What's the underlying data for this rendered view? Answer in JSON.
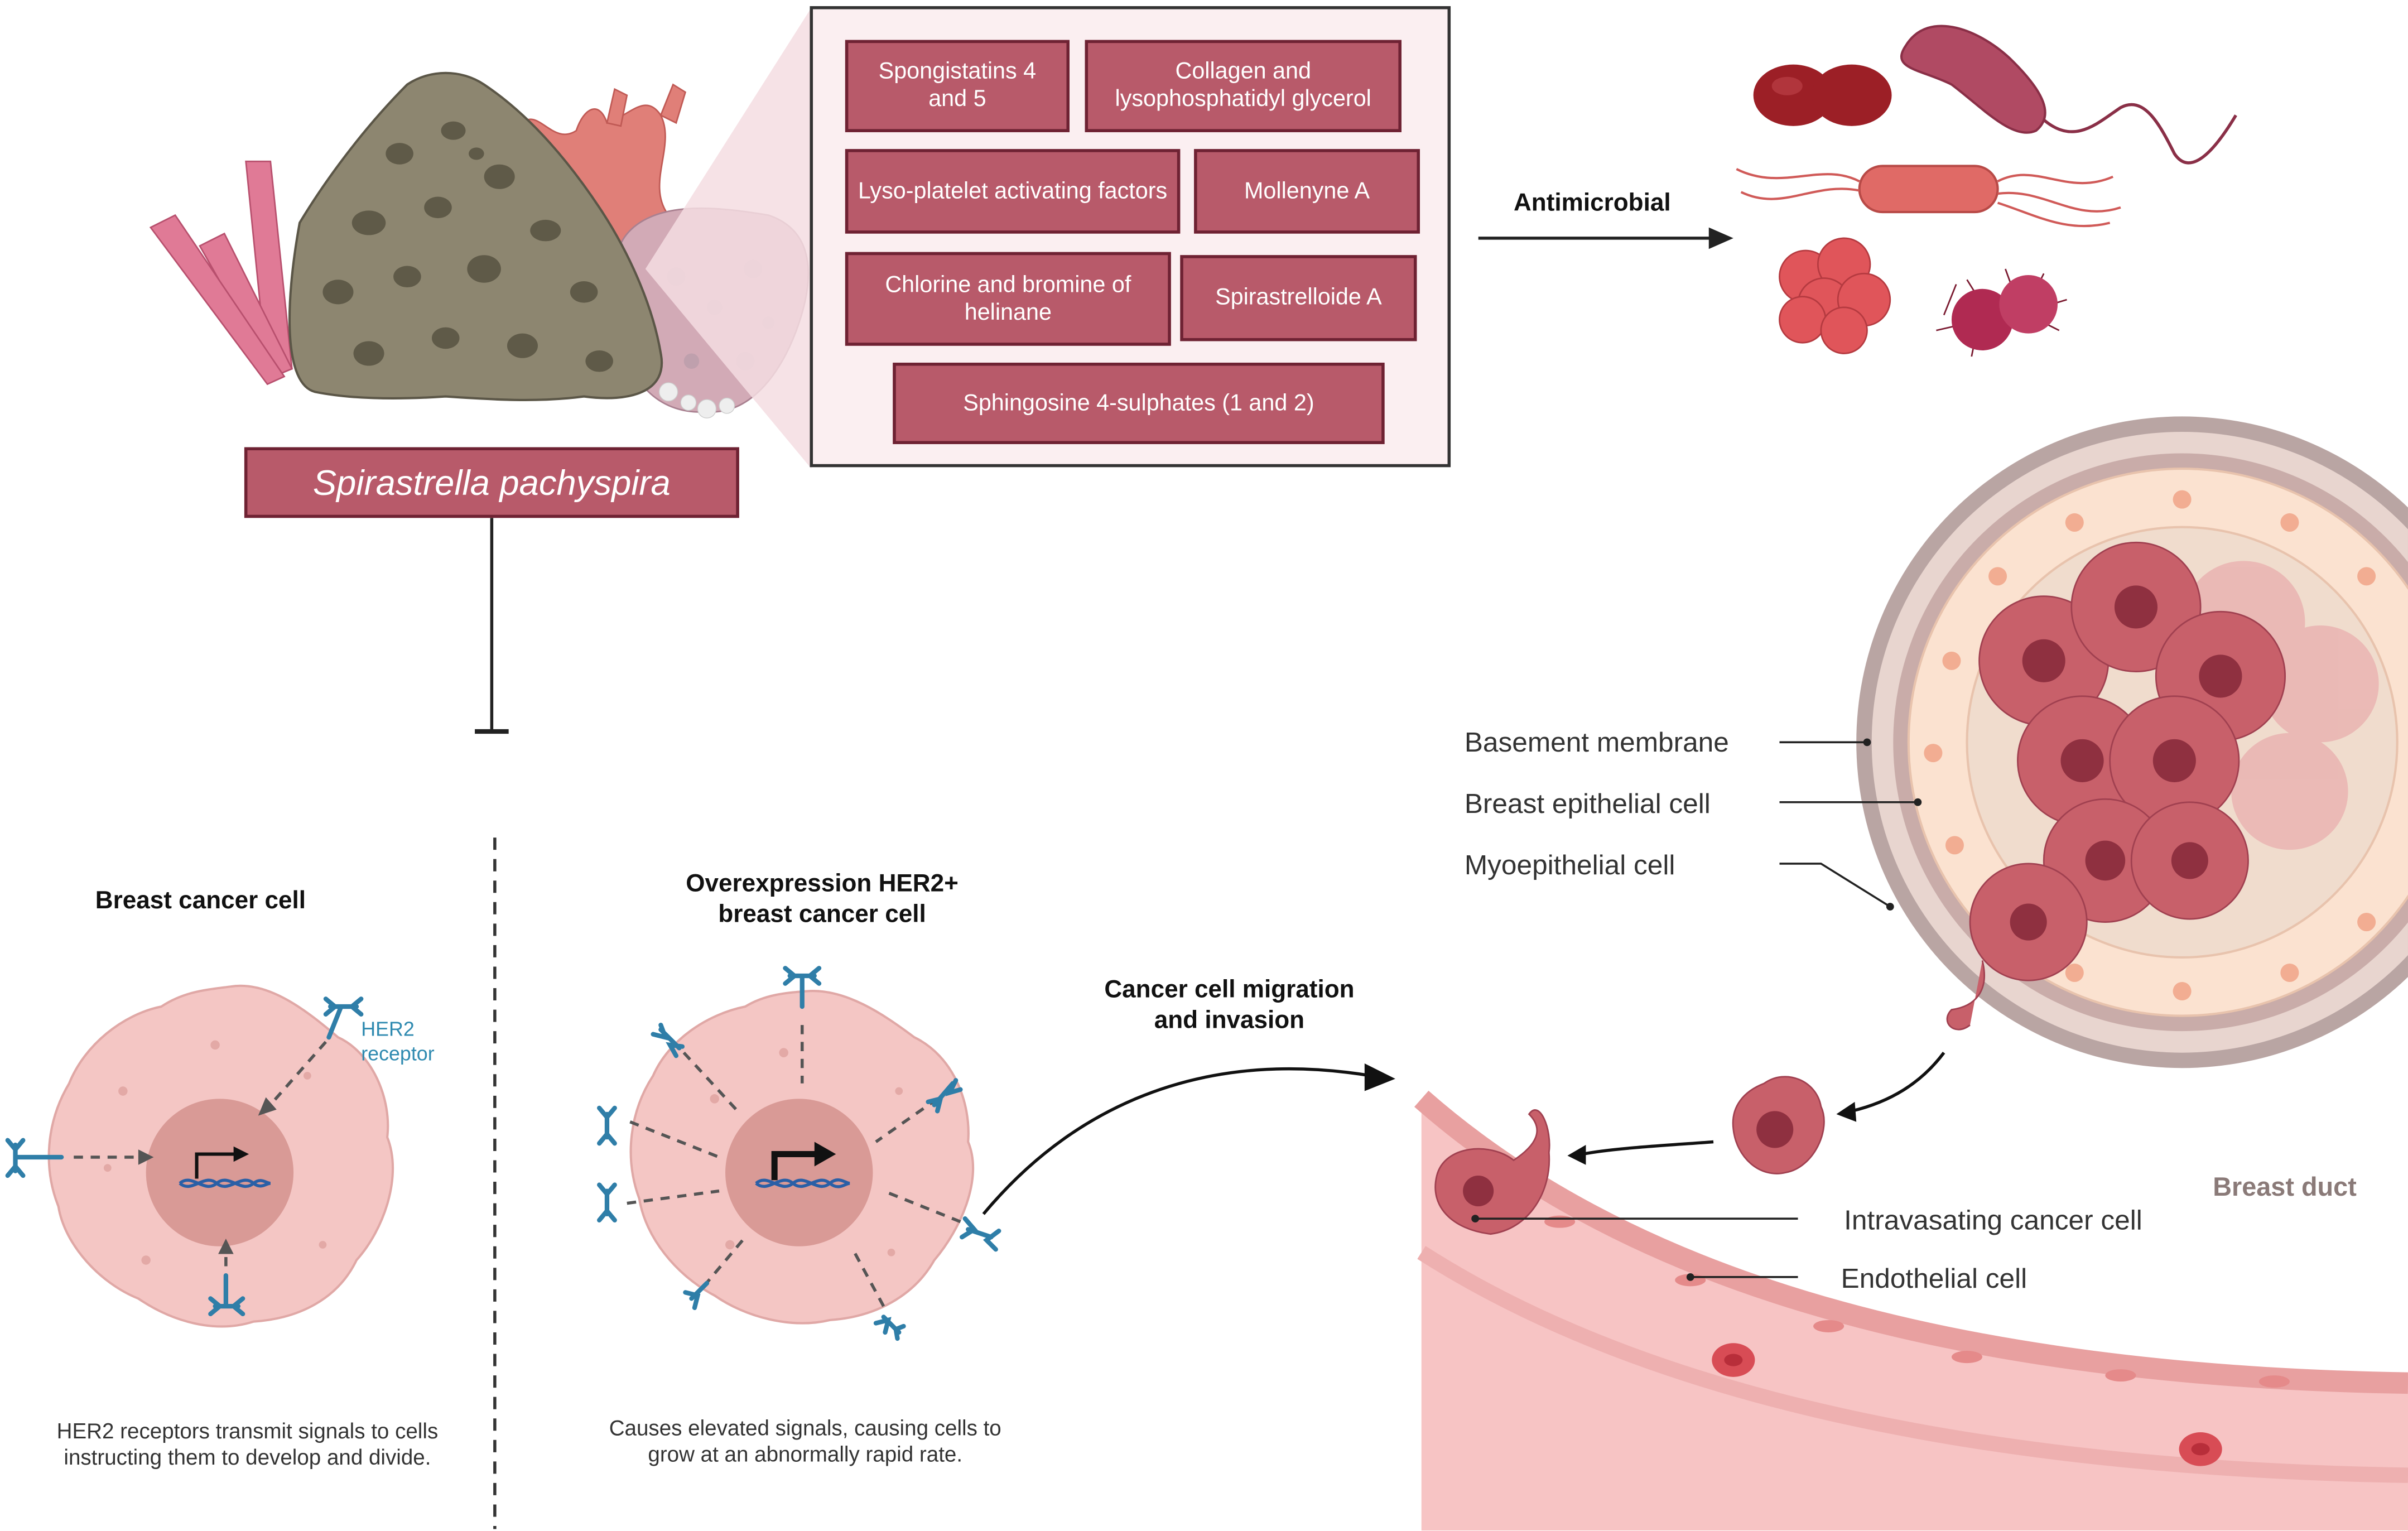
{
  "organism": {
    "name": "Spirastrella pachyspira"
  },
  "compounds": [
    "Spongistatins 4 and 5",
    "Collagen and lysophosphatidyl glycerol",
    "Lyso-platelet activating factors",
    "Mollenyne A",
    "Chlorine and bromine of helinane",
    "Spirastrelloide A",
    "Sphingosine 4-sulphates (1 and 2)"
  ],
  "antimicrobial": {
    "label": "Antimicrobial"
  },
  "panel_left": {
    "title": "Breast cancer cell",
    "receptor_label_line1": "HER2",
    "receptor_label_line2": "receptor",
    "caption": "HER2 receptors transmit signals to cells instructing them to develop and divide."
  },
  "panel_mid": {
    "title_line1": "Overexpression HER2+",
    "title_line2": "breast cancer cell",
    "caption": "Causes elevated signals, causing cells to grow at an abnormally rapid rate."
  },
  "migration": {
    "line1": "Cancer cell migration",
    "line2": "and invasion"
  },
  "duct_labels": {
    "basement": "Basement membrane",
    "epithelial": "Breast epithelial cell",
    "myoepithelial": "Myoepithelial cell",
    "duct": "Breast duct",
    "intravasating": "Intravasating cancer cell",
    "endothelial": "Endothelial cell"
  },
  "colors": {
    "box_fill": "#b85a6a",
    "box_border": "#6e2233",
    "cell_fill": "#f4c6c4",
    "nucleus": "#d99a96",
    "receptor": "#2f7ea8",
    "tumor": "#c8606a",
    "vessel": "#f2b3b3"
  }
}
